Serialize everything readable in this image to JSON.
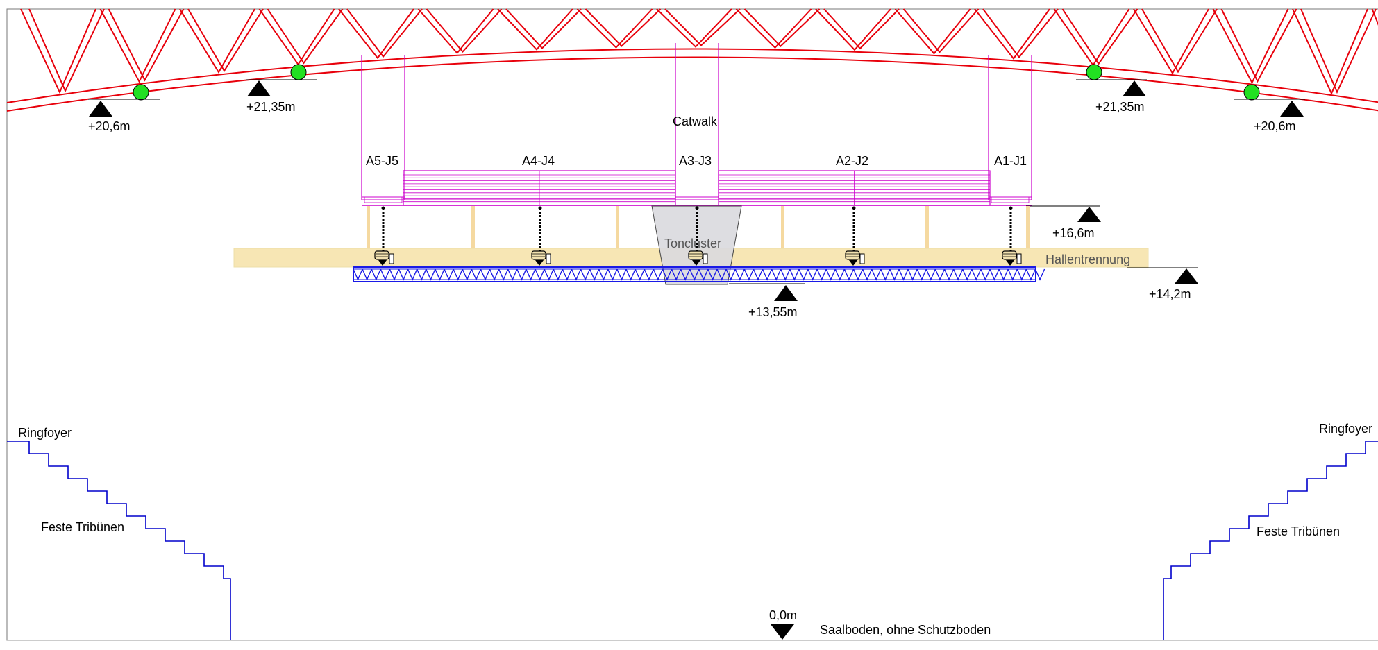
{
  "colors": {
    "truss_roof": "#e8000b",
    "catwalk": "#cc00cc",
    "lighting_truss": "#1a1ae6",
    "tribune": "#0000cc",
    "hall_divider": "#f7e6b4",
    "hall_divider_posts": "#f5d9a0",
    "sound_cluster": "#d9d9de",
    "support_ball": "#22e022",
    "level_marker": "#000000"
  },
  "labels": {
    "catwalk": "Catwalk",
    "sound_cluster": "Toncluster",
    "hall_divider": "Hallentrennung",
    "ringfoyer_left": "Ringfoyer",
    "ringfoyer_right": "Ringfoyer",
    "tribune_left": "Feste Tribünen",
    "tribune_right": "Feste Tribünen",
    "floor": "Saalboden, ohne Schutzboden"
  },
  "catwalk_sections": [
    "A5-J5",
    "A4-J4",
    "A3-J3",
    "A2-J2",
    "A1-J1"
  ],
  "levels": {
    "roof_left_outer": "+20,6m",
    "roof_left_inner": "+21,35m",
    "roof_right_inner": "+21,35m",
    "roof_right_outer": "+20,6m",
    "catwalk_bottom": "+16,6m",
    "hall_divider_bottom": "+14,2m",
    "truss_bottom": "+13,55m",
    "floor": "0,0m"
  },
  "icons": {
    "level_up": "triangle-up-icon",
    "level_down": "triangle-down-icon",
    "hoist": "chain-hoist-icon",
    "support": "support-ball-icon"
  }
}
